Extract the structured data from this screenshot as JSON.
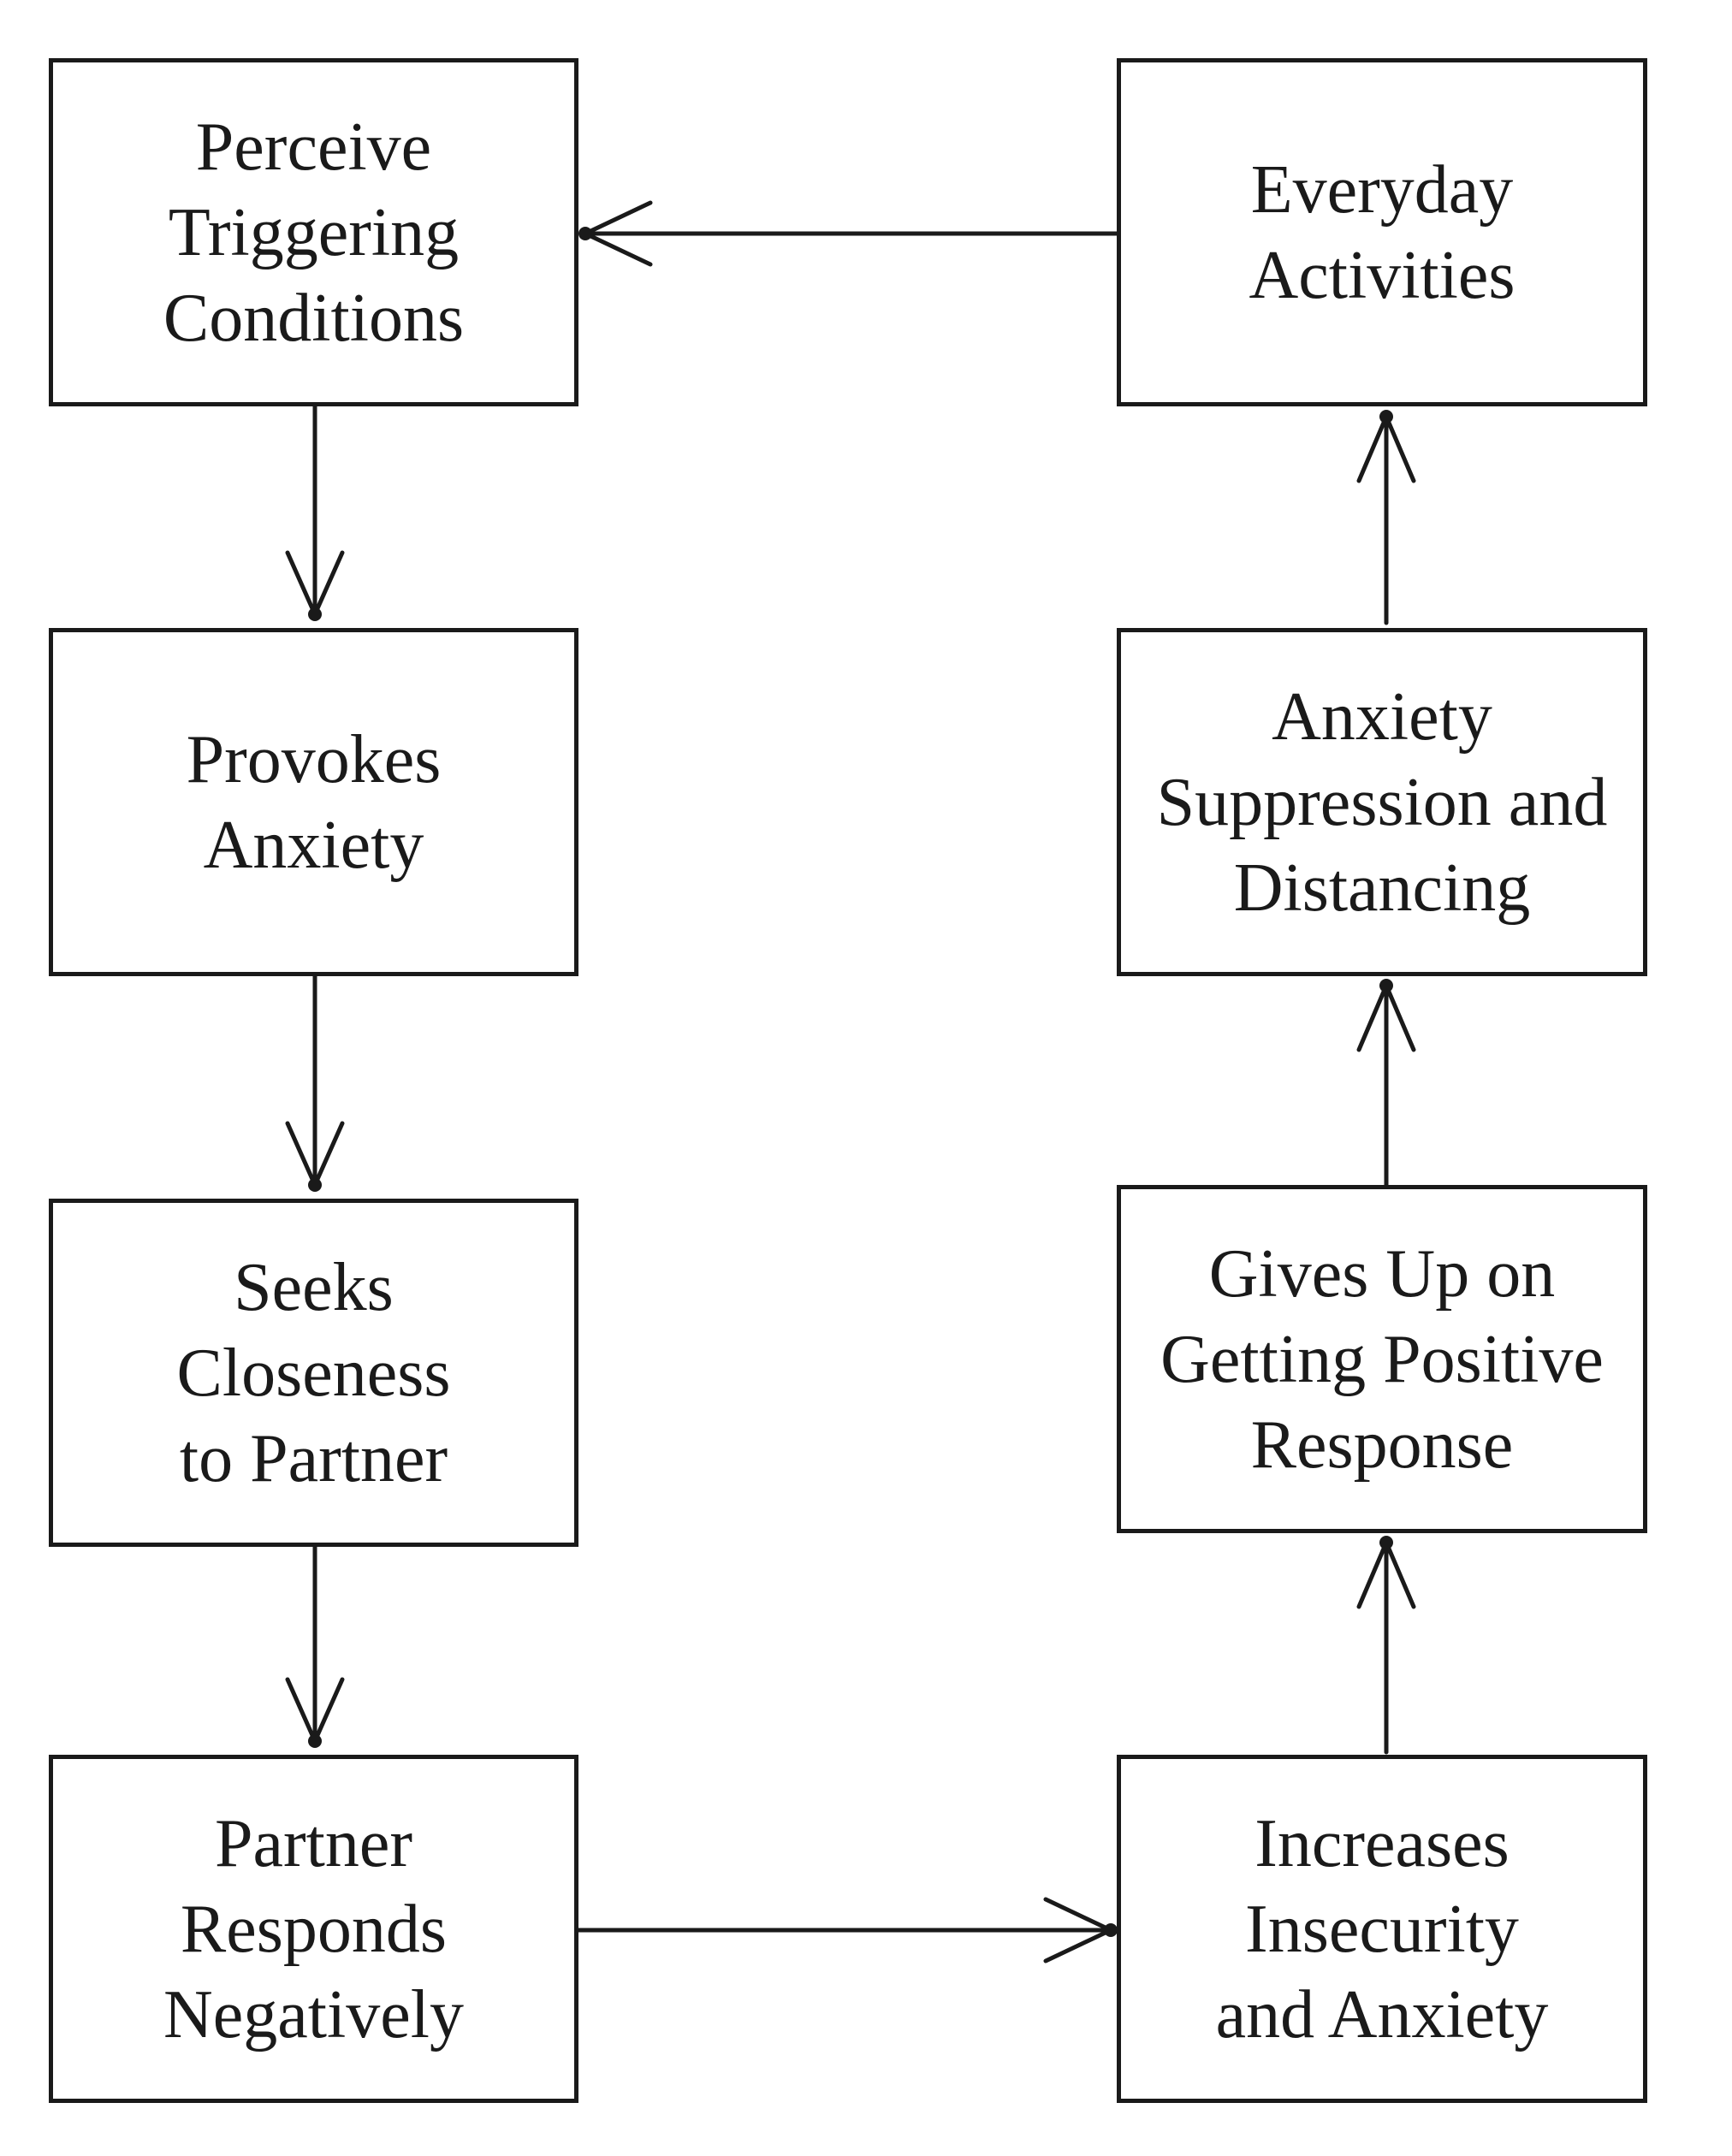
{
  "diagram": {
    "nodes": [
      {
        "id": "perceive",
        "label": "Perceive\nTriggering\nConditions"
      },
      {
        "id": "provokes",
        "label": "Provokes\nAnxiety"
      },
      {
        "id": "seeks",
        "label": "Seeks\nCloseness\nto Partner"
      },
      {
        "id": "partner",
        "label": "Partner\nResponds\nNegatively"
      },
      {
        "id": "increases",
        "label": "Increases\nInsecurity\nand Anxiety"
      },
      {
        "id": "gives_up",
        "label": "Gives Up on\nGetting Positive\nResponse"
      },
      {
        "id": "suppression",
        "label": "Anxiety\nSuppression and\nDistancing"
      },
      {
        "id": "everyday",
        "label": "Everyday\nActivities"
      }
    ],
    "edges": [
      {
        "from": "perceive",
        "to": "provokes"
      },
      {
        "from": "provokes",
        "to": "seeks"
      },
      {
        "from": "seeks",
        "to": "partner"
      },
      {
        "from": "partner",
        "to": "increases"
      },
      {
        "from": "increases",
        "to": "gives_up"
      },
      {
        "from": "gives_up",
        "to": "suppression"
      },
      {
        "from": "suppression",
        "to": "everyday"
      },
      {
        "from": "everyday",
        "to": "perceive"
      }
    ],
    "colors": {
      "stroke": "#1a1a1a",
      "background": "#ffffff"
    }
  }
}
